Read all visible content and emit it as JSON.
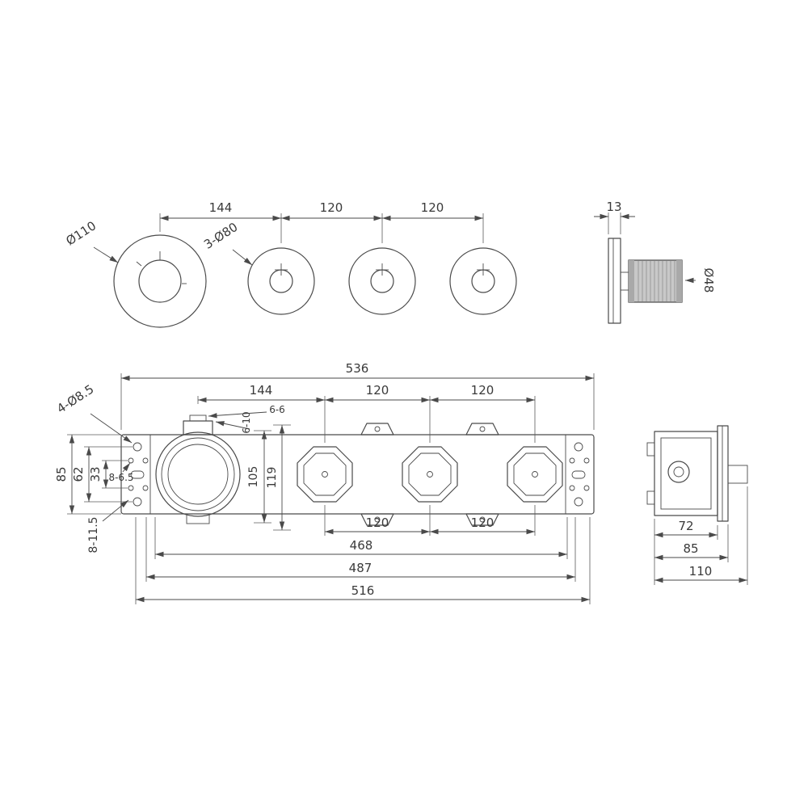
{
  "drawing": {
    "name": "thermostatic-shower-valve-dimension-drawing",
    "line_color": "#4a4a4a",
    "knob_fill": "#c8c8c8"
  },
  "trim_front": {
    "dim_144": "144",
    "dim_120_a": "120",
    "dim_120_b": "120",
    "label_dia_110": "Ø110",
    "label_3_dia_80": "3-Ø80"
  },
  "trim_side": {
    "dim_13": "13",
    "label_dia_48": "Ø48"
  },
  "body_front": {
    "dim_536": "536",
    "dim_144": "144",
    "dim_120_a": "120",
    "dim_120_b": "120",
    "dim_6_10": "6-10",
    "dim_6_6": "6-6",
    "label_4_dia_8_5": "4-Ø8.5",
    "dim_85": "85",
    "dim_62": "62",
    "dim_33": "33",
    "label_8_6_5": "8-6.5",
    "label_8_11_5": "8-11.5",
    "dim_105": "105",
    "dim_119": "119",
    "dim_120_c": "120",
    "dim_120_d": "120",
    "dim_468": "468",
    "dim_487": "487",
    "dim_516": "516"
  },
  "body_side": {
    "dim_72": "72",
    "dim_85": "85",
    "dim_110": "110"
  }
}
